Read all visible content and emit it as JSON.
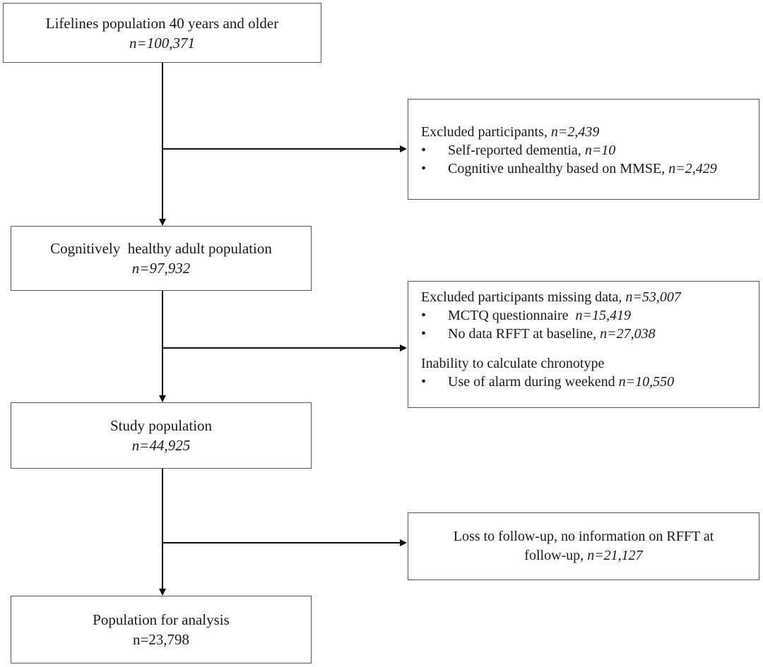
{
  "boxes": {
    "lifelines": {
      "title": "Lifelines population 40 years and older",
      "n": "n=100,371"
    },
    "healthy": {
      "title": "Cognitively  healthy adult population",
      "n": "n=97,932"
    },
    "study": {
      "title": "Study population",
      "n": "n=44,925"
    },
    "analysis": {
      "title": "Population for analysis",
      "n": "n=23,798"
    }
  },
  "exclusions": {
    "first": {
      "heading": "Excluded participants, ",
      "heading_n": "n=2,439",
      "bullet": "•",
      "items": [
        {
          "label": "Self-reported dementia, ",
          "n": "n=10"
        },
        {
          "label": "Cognitive unhealthy based on MMSE, ",
          "n": "n=2,429"
        }
      ]
    },
    "second": {
      "heading": "Excluded participants missing data, ",
      "heading_n": "n=53,007",
      "bullet": "•",
      "items": [
        {
          "label": "MCTQ questionnaire  ",
          "n": "n=15,419"
        },
        {
          "label": "No data RFFT at baseline, ",
          "n": "n=27,038"
        }
      ],
      "subheading": "Inability to calculate chronotype",
      "subitems": [
        {
          "label": "Use of alarm during weekend ",
          "n": "n=10,550"
        }
      ]
    },
    "third": {
      "line1": "Loss to follow-up, no information on RFFT at",
      "line2": "follow-up, ",
      "n": "n=21,127"
    }
  }
}
